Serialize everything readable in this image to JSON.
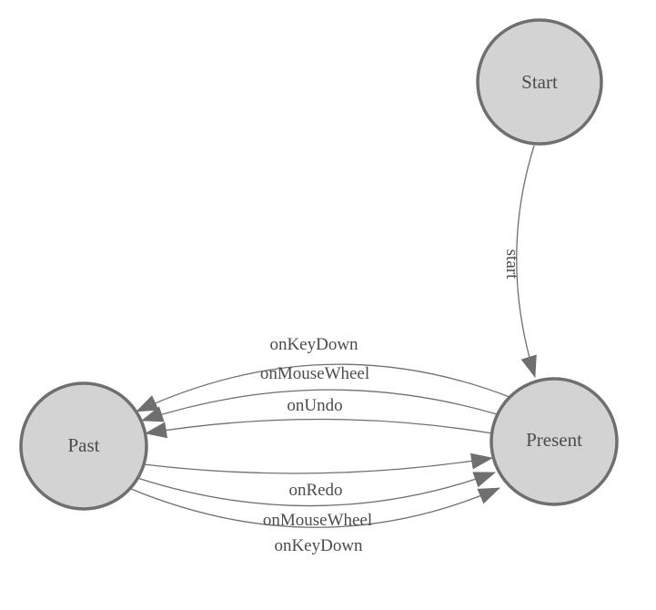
{
  "colors": {
    "background": "#ffffff",
    "node_fill": "#d3d3d3",
    "node_stroke": "#6f6f6f",
    "edge_stroke": "#6f6f6f",
    "arrow_fill": "#6f6f6f",
    "label_text": "#4c4c4c"
  },
  "nodes": [
    {
      "id": "start",
      "label": "Start"
    },
    {
      "id": "present",
      "label": "Present"
    },
    {
      "id": "past",
      "label": "Past"
    }
  ],
  "edges": [
    {
      "from": "start",
      "to": "present",
      "label": "start"
    },
    {
      "from": "present",
      "to": "past",
      "label": "onKeyDown"
    },
    {
      "from": "present",
      "to": "past",
      "label": "onMouseWheel"
    },
    {
      "from": "present",
      "to": "past",
      "label": "onUndo"
    },
    {
      "from": "past",
      "to": "present",
      "label": "onRedo"
    },
    {
      "from": "past",
      "to": "present",
      "label": "onMouseWheel"
    },
    {
      "from": "past",
      "to": "present",
      "label": "onKeyDown"
    }
  ]
}
